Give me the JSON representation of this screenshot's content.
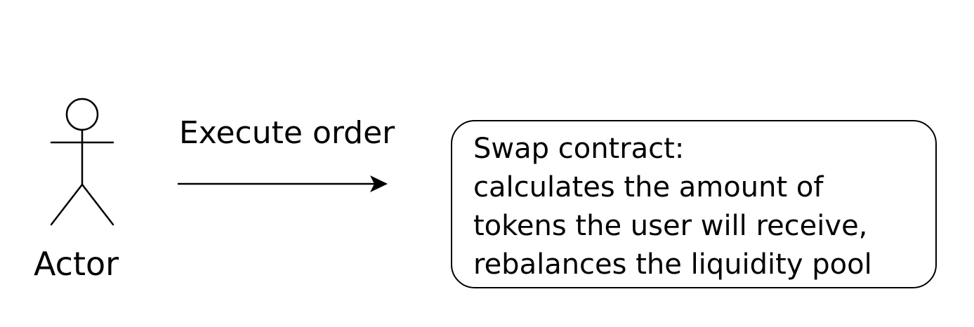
{
  "actor": {
    "label": "Actor",
    "icon": "stick-figure-icon"
  },
  "connector": {
    "label": "Execute order",
    "icon": "arrow-right-icon"
  },
  "process": {
    "lines": [
      "Swap contract:",
      "calculates the amount of",
      "tokens the user will receive,",
      "rebalances the liquidity pool"
    ]
  },
  "colors": {
    "stroke": "#000000",
    "background": "#ffffff"
  }
}
